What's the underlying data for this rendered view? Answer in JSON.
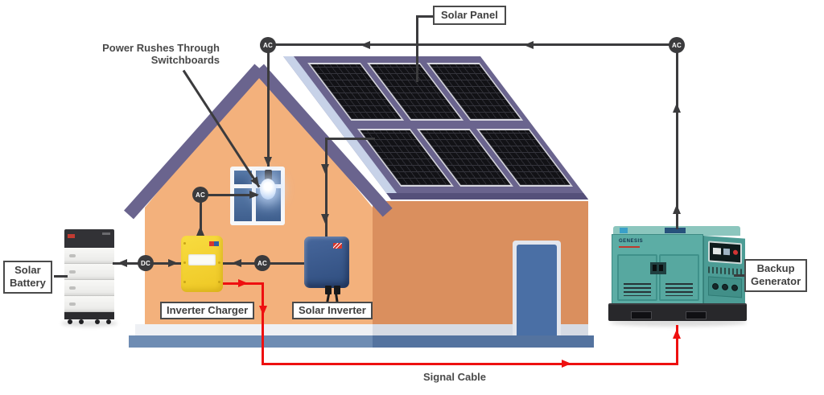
{
  "title": "Home solar power system with battery and backup generator",
  "labels": {
    "solar_panel": "Solar Panel",
    "power_note": [
      "Power Rushes Through",
      "Switchboards"
    ],
    "inverter_charger": "Inverter Charger",
    "solar_inverter": "Solar Inverter",
    "solar_battery": [
      "Solar",
      "Battery"
    ],
    "backup_generator": [
      "Backup",
      "Generator"
    ],
    "signal_cable": "Signal Cable"
  },
  "nodes": [
    {
      "id": "ac-house-top",
      "label": "AC"
    },
    {
      "id": "ac-generator-top",
      "label": "AC"
    },
    {
      "id": "ac-switchboard",
      "label": "AC"
    },
    {
      "id": "ac-inverter-link",
      "label": "AC"
    },
    {
      "id": "dc-battery-link",
      "label": "DC"
    }
  ],
  "devices": {
    "generator_brand": "GENESIS"
  },
  "solar_array": {
    "panel_count": 6,
    "rows": 2,
    "columns": 3
  },
  "flows": [
    "solar panels -> solar inverter",
    "solar inverter -> AC -> inverter charger",
    "inverter charger <-> DC <-> solar battery",
    "inverter charger -> AC -> house light",
    "backup generator -> AC -> house AC",
    "signal cable: inverter charger -> backup generator"
  ],
  "colors": {
    "line": "#3b3b3d",
    "signal_cable": "#ee1010",
    "label_text": "#3f3f3f",
    "label_border": "#4a4a4a",
    "roof": "#6a648e",
    "roof_fascia": "#c7d2e8",
    "wall_front": "#f3b17c",
    "wall_side": "#da8f5e",
    "door": "#4a6fa5",
    "platform": "#6e8cb3",
    "inverter_charger": "#eec724",
    "solar_inverter": "#3a5a8c",
    "battery": "#f4f4f2",
    "generator": "#5cada5"
  }
}
